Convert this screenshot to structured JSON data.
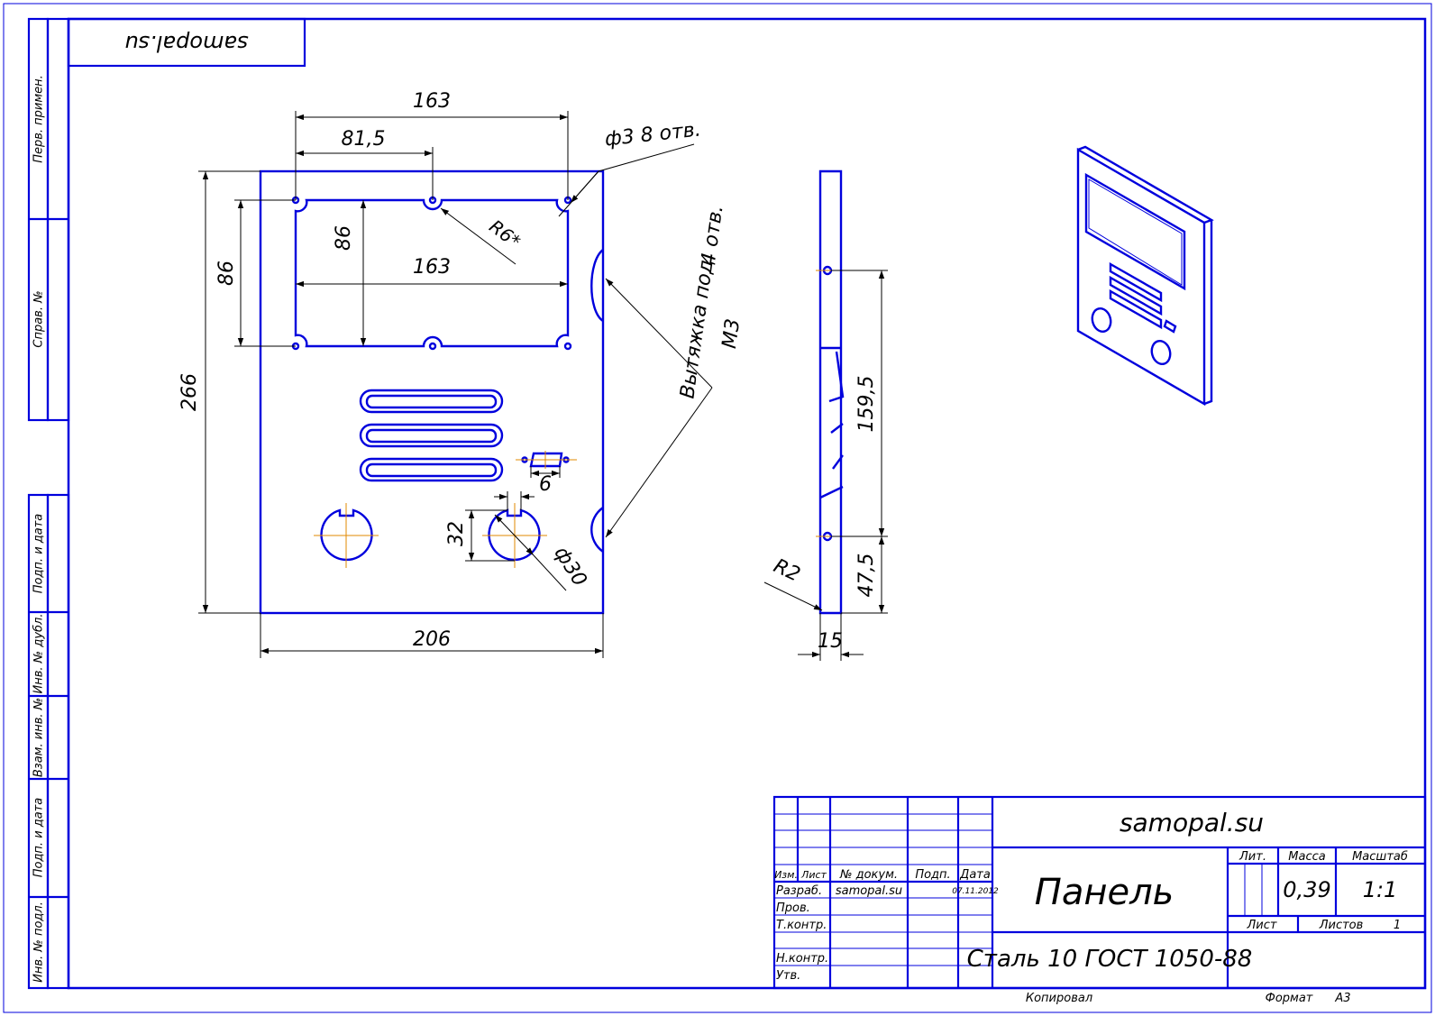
{
  "colors": {
    "frame": "#0000dd",
    "ink": "#000000",
    "axis": "#e08a00",
    "background": "#ffffff"
  },
  "stamp_top": "samopal.su",
  "side_labels": {
    "perv_primen": "Перв. примен.",
    "sprav_no": "Справ. №",
    "podp_data_1": "Подп. и дата",
    "inv_dubl": "Инв. № дубл.",
    "vzam_inv": "Взам. инв. №",
    "podp_data_2": "Подп. и дата",
    "inv_podl": "Инв. № подл."
  },
  "front_view": {
    "dim_width_top": "163",
    "dim_half": "81,5",
    "holes_note": "ф3 8 отв.",
    "radius_note": "R6*",
    "dim_window_height_inner": "86",
    "dim_window_height_outer": "86",
    "dim_window_width": "163",
    "dim_total_height": "266",
    "dim_total_width": "206",
    "dim_slot_width": "6",
    "dim_circle_height": "32",
    "dim_circle_diameter": "ф30",
    "note_extrusion_line1": "Вытяжка под",
    "note_extrusion_line2": "М3",
    "note_extrusion_count": "4 отв."
  },
  "side_view": {
    "dim_hole_spacing": "159,5",
    "dim_bottom_offset": "47,5",
    "dim_thickness": "15",
    "radius_note": "R2"
  },
  "title_block": {
    "org": "samopal.su",
    "title": "Панель",
    "material": "Сталь 10  ГОСТ 1050-88",
    "lit_label": "Лит.",
    "mass_label": "Масса",
    "scale_label": "Масштаб",
    "mass": "0,39",
    "scale": "1:1",
    "sheet_label": "Лист",
    "sheets_label": "Листов",
    "sheets_value": "1",
    "col_izm": "Изм.",
    "col_list": "Лист",
    "col_doc": "№ докум.",
    "col_sign": "Подп.",
    "col_date": "Дата",
    "row_razrab": "Разраб.",
    "row_prov": "Пров.",
    "row_tkontr": "Т.контр.",
    "row_nkontr": "Н.контр.",
    "row_utv": "Утв.",
    "razrab_name": "samopal.su",
    "razrab_date": "07.11.2012",
    "copied": "Копировал",
    "format_label": "Формат",
    "format_value": "А3"
  }
}
